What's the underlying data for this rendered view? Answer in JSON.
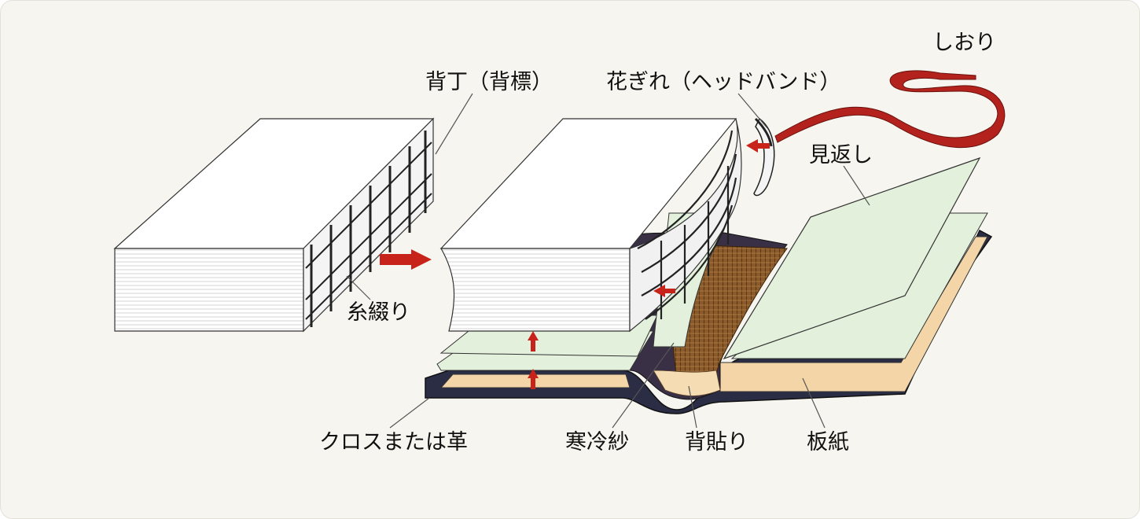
{
  "labels": {
    "sebyo": "背丁（背標）",
    "hanagire": "花ぎれ（ヘッドバンド）",
    "shiori": "しおり",
    "mikaeshi": "見返し",
    "itokagari": "糸綴り",
    "cloth": "クロスまたは革",
    "kanreisha": "寒冷紗",
    "sebari": "背貼り",
    "itagami": "板紙"
  },
  "colors": {
    "background": "#f6f5ef",
    "page_white": "#ffffff",
    "endpaper": "#e3f0dc",
    "board": "#f3d5a8",
    "cloth": "#2b2d45",
    "ribbon": "#b3221c",
    "arrow": "#c8231b",
    "spine_brown": "#7a4e22"
  }
}
